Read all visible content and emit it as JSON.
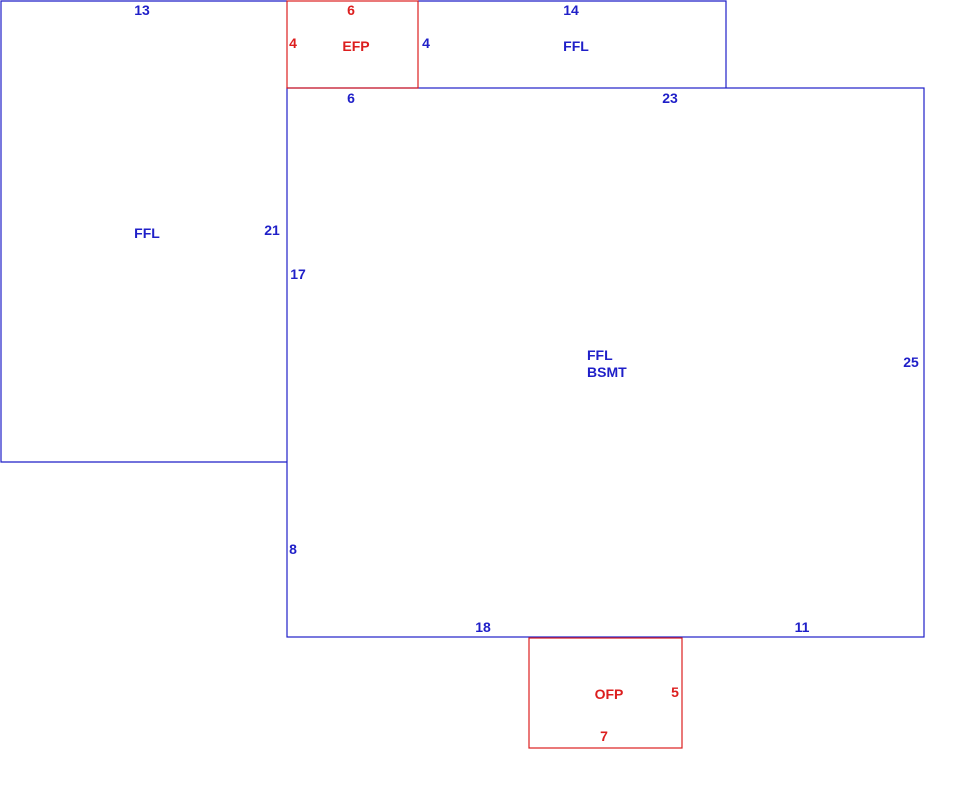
{
  "colors": {
    "blue": "#1f1fc8",
    "red": "#dc1e1e"
  },
  "areas": {
    "left_wing": {
      "label": "FFL",
      "dims": {
        "top": "13",
        "right": "21"
      }
    },
    "porch_top": {
      "label": "EFP",
      "dims": {
        "top": "6",
        "left": "4",
        "right": "4"
      }
    },
    "top_wing": {
      "label": "FFL",
      "dims": {
        "top": "14"
      }
    },
    "main": {
      "label_line1": "FFL",
      "label_line2": "BSMT",
      "dims": {
        "top_left": "6",
        "top_right": "23",
        "left_upper": "17",
        "left_lower": "8",
        "right": "25",
        "bottom_left": "18",
        "bottom_right": "11"
      }
    },
    "porch_bottom": {
      "label": "OFP",
      "dims": {
        "right": "5",
        "bottom": "7"
      }
    }
  }
}
